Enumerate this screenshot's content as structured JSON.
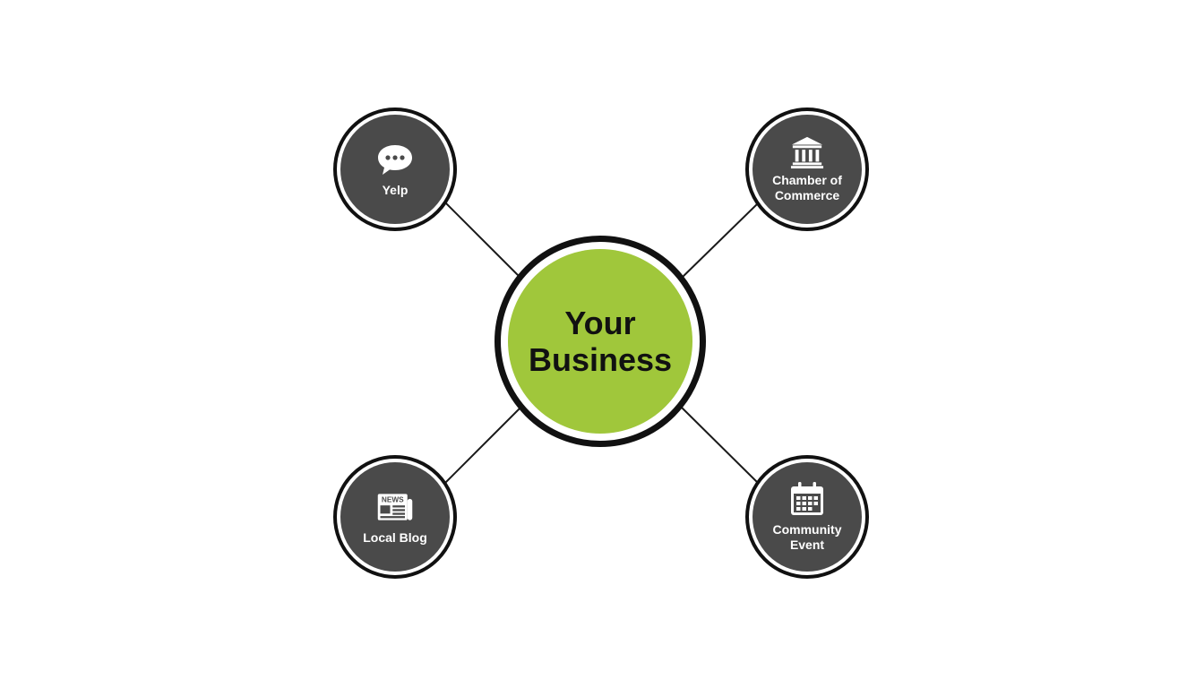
{
  "diagram": {
    "center": {
      "label": "Your\nBusiness"
    },
    "nodes": {
      "yelp": {
        "label": "Yelp",
        "icon": "speech-bubble-icon"
      },
      "chamber": {
        "label": "Chamber of\nCommerce",
        "icon": "bank-building-icon"
      },
      "blog": {
        "label": "Local Blog",
        "icon": "newspaper-icon",
        "icon_text": "NEWS"
      },
      "event": {
        "label": "Community\nEvent",
        "icon": "calendar-icon"
      }
    },
    "colors": {
      "center_fill": "#a0c73b",
      "node_fill": "#4a4a4a",
      "outline": "#111111",
      "connector": "#1a1a1a"
    }
  }
}
